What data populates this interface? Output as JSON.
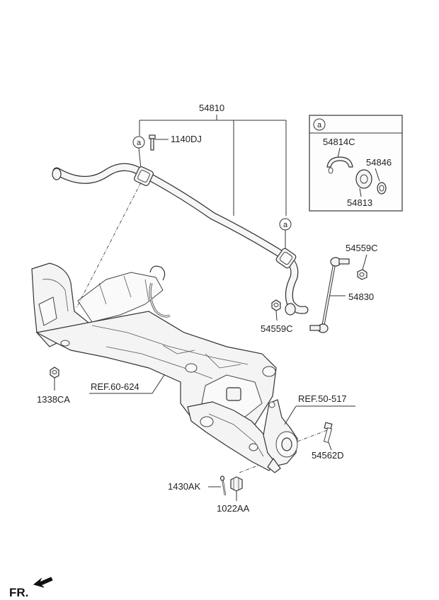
{
  "diagram": {
    "part_labels": {
      "stabilizer_bar": "54810",
      "bolt_top": "1140DJ",
      "bushing_clamp": "54814C",
      "bushing_small": "54846",
      "bushing": "54813",
      "nut_link_top": "54559C",
      "stabilizer_link": "54830",
      "nut_link_bottom": "54559C",
      "nut_subframe": "1338CA",
      "bolt_knuckle": "54562D",
      "cotter_pin": "1430AK",
      "castle_nut": "1022AA"
    },
    "references": {
      "crossmember": "REF.60-624",
      "knuckle": "REF.50-517"
    },
    "callout_letter": "a",
    "detail_box_letter": "a",
    "front_indicator": "FR."
  }
}
